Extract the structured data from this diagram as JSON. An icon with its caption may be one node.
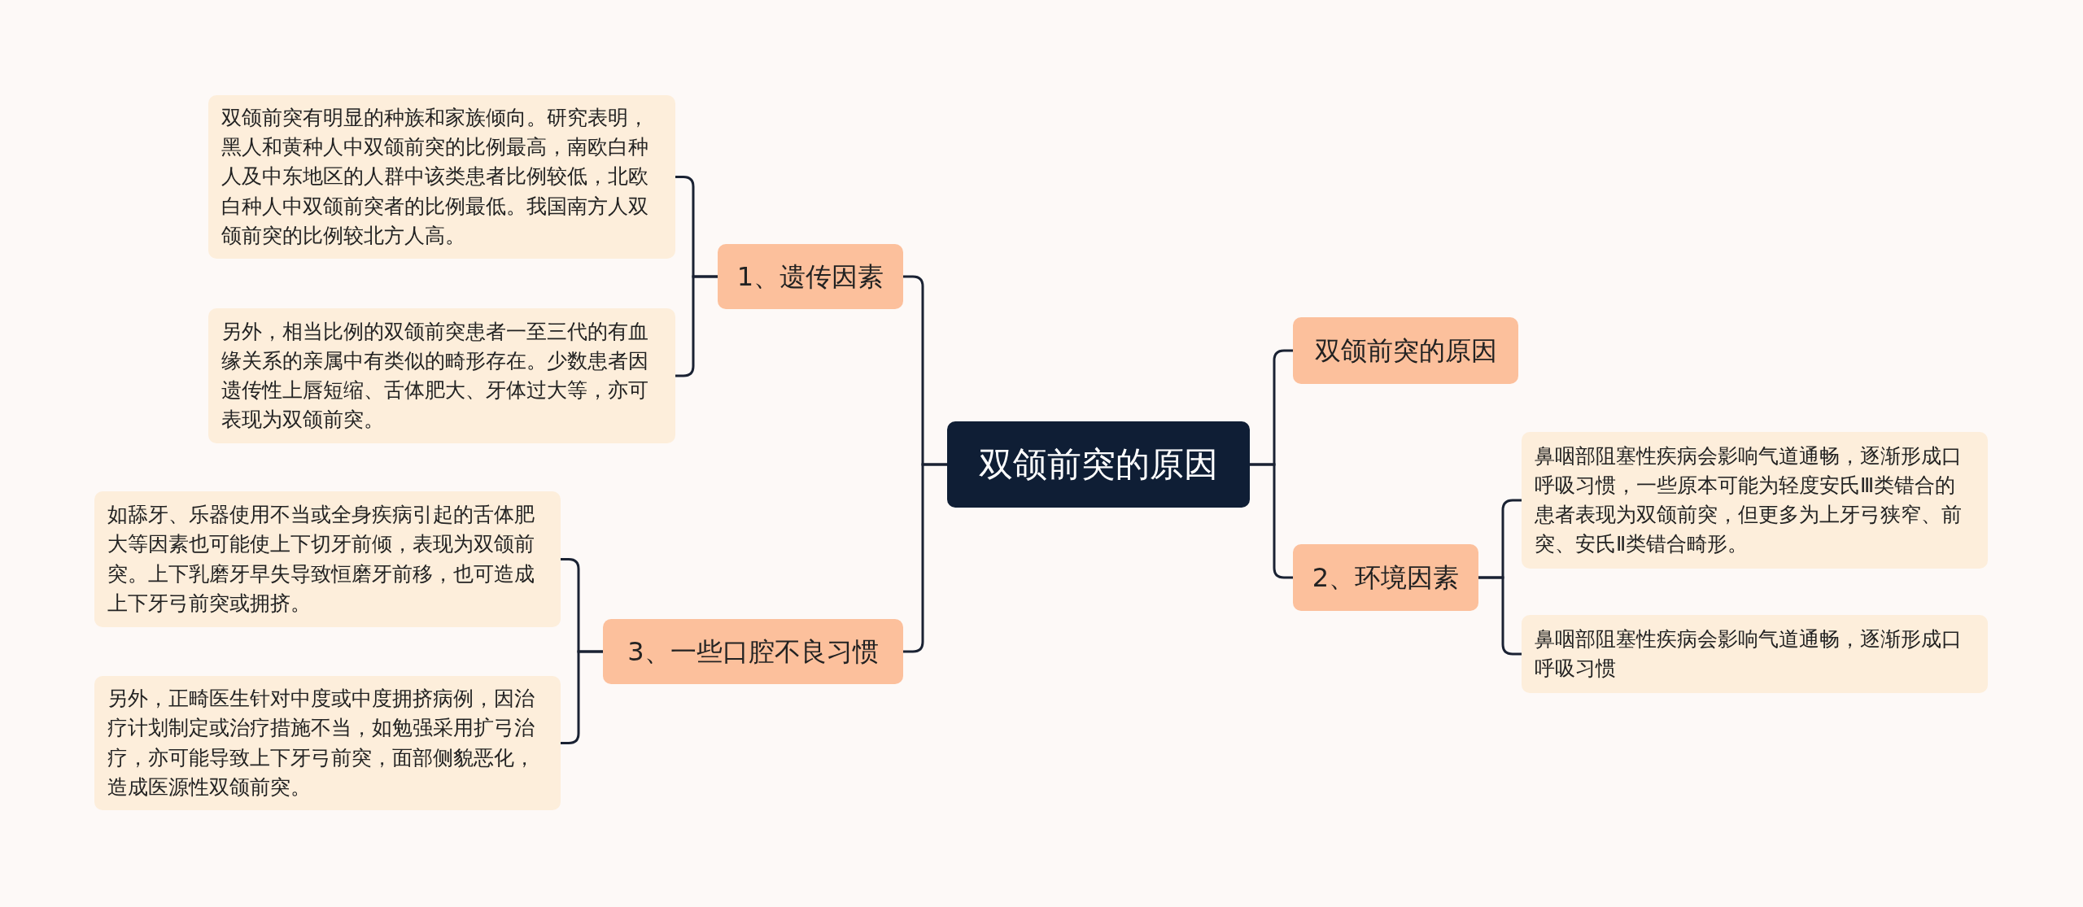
{
  "diagram": {
    "nodes": [
      {
        "text": [
          "双颌前突的原因"
        ]
      },
      {
        "text": [
          "1、遗传因素"
        ]
      },
      {
        "text": [
          "双颌前突有明显的种族和家族倾向。研究表明，黑人和黄种人中双颌前突的比例最高，南欧白种人及中东地区的人群中该类患者比例较低，北欧白种人中双颌前突者的比例最低。我国南方人双颌前突的比例较北方人高。"
        ]
      },
      {
        "text": [
          "另外，相当比例的双颌前突患者一至三代的有血缘关系的亲属中有类似的畸形存在。少数患者因遗传性上唇短缩、舌体肥大、牙体过大等，亦可表现为双颌前突。"
        ]
      },
      {
        "text": [
          "3、一些口腔不良习惯"
        ]
      },
      {
        "text": [
          "如舔牙、乐器使用不当或全身疾病引起的舌体肥大等因素也可能使上下切牙前倾，表现为双颌前突。上下乳磨牙早失导致恒磨牙前移，也可造成上下牙弓前突或拥挤。"
        ]
      },
      {
        "text": [
          "另外，正畸医生针对中度或中度拥挤病例，因治疗计划制定或治疗措施不当，如勉强采用扩弓治疗，亦可能导致上下牙弓前突，面部侧貌恶化，造成医源性双颌前突。"
        ]
      },
      {
        "text": [
          "双颌前突的原因"
        ]
      },
      {
        "text": [
          "2、环境因素"
        ]
      },
      {
        "text": [
          "鼻咽部阻塞性疾病会影响气道通畅，逐渐形成口呼吸习惯，一些原本可能为轻度安氏Ⅲ类错合的患者表现为双颌前突，但更多为上牙弓狭窄、前突、安氏Ⅱ类错合畸形。"
        ]
      },
      {
        "text": [
          "鼻咽部阻塞性疾病会影响气道通畅，逐渐形成口呼吸习惯"
        ]
      }
    ],
    "edges": [
      {
        "from": 0,
        "to": 1,
        "arrow": "none"
      },
      {
        "from": 1,
        "to": 2,
        "arrow": "none"
      },
      {
        "from": 1,
        "to": 3,
        "arrow": "none"
      },
      {
        "from": 0,
        "to": 4,
        "arrow": "none"
      },
      {
        "from": 4,
        "to": 5,
        "arrow": "none"
      },
      {
        "from": 4,
        "to": 6,
        "arrow": "none"
      },
      {
        "from": 0,
        "to": 7,
        "arrow": "none"
      },
      {
        "from": 0,
        "to": 8,
        "arrow": "none"
      },
      {
        "from": 8,
        "to": 9,
        "arrow": "none"
      },
      {
        "from": 8,
        "to": 10,
        "arrow": "none"
      }
    ]
  }
}
